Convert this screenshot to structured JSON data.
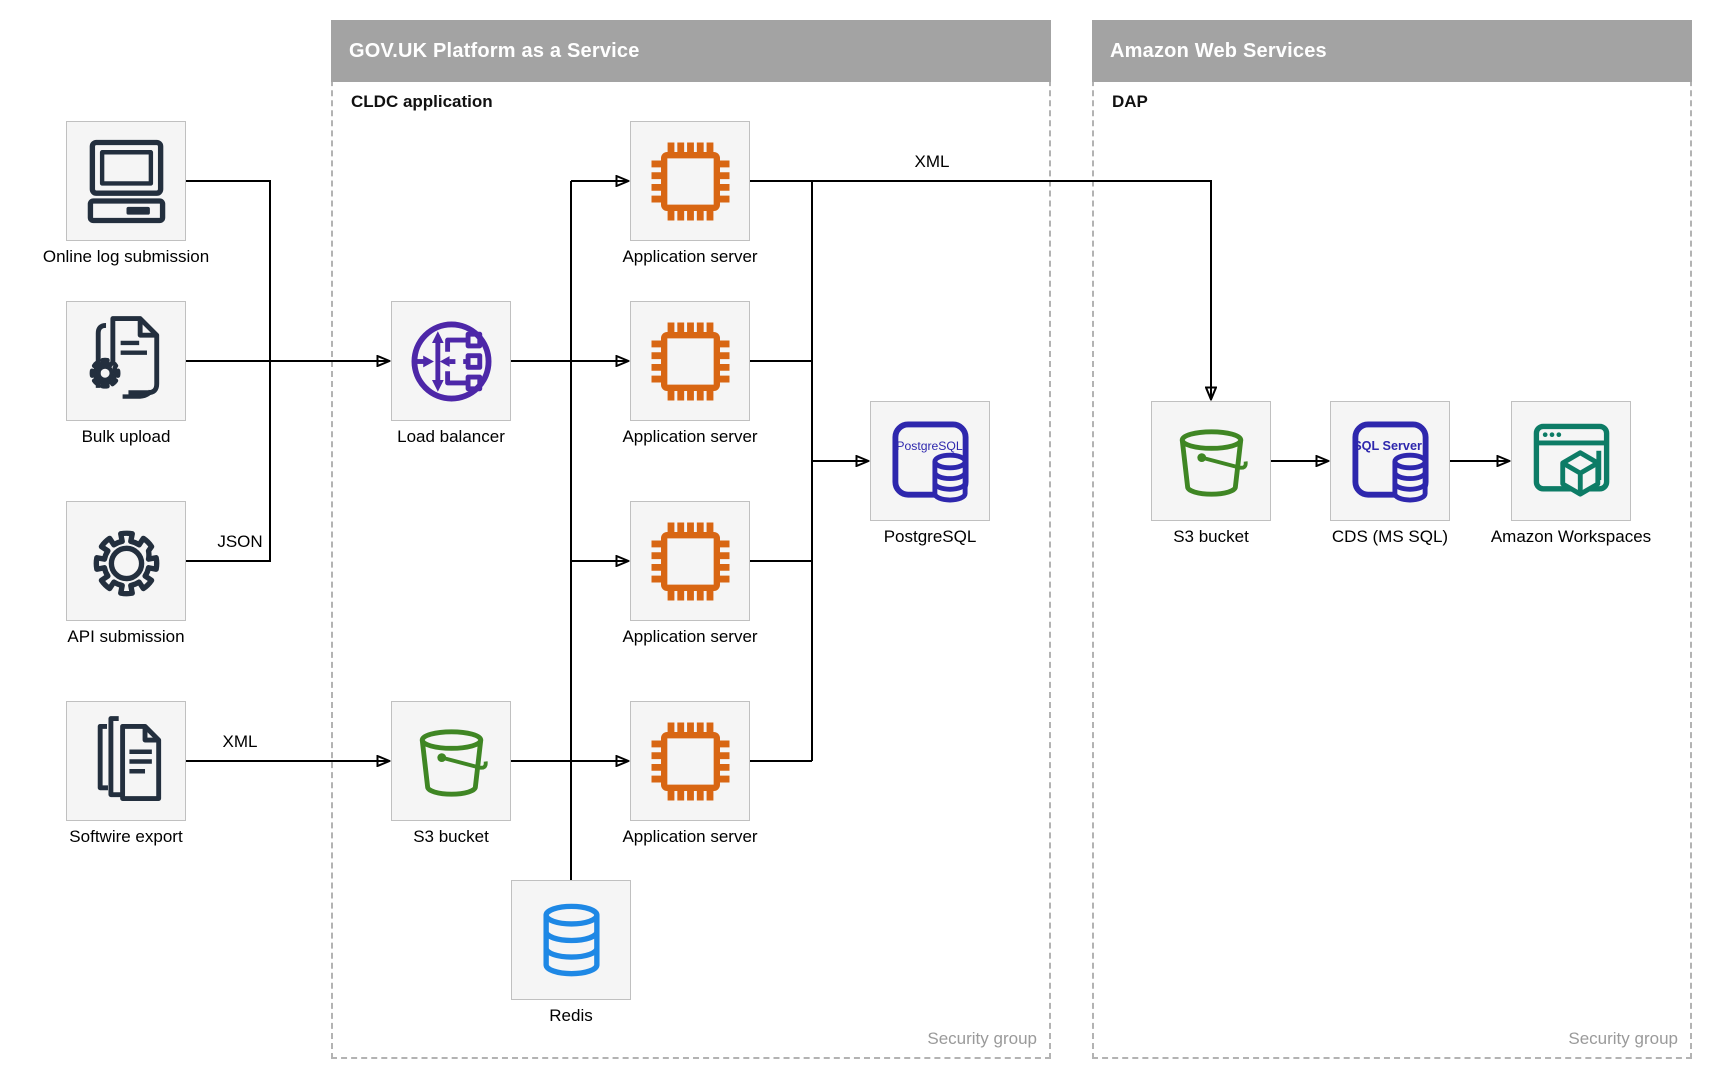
{
  "diagram": {
    "containers": [
      {
        "title": "GOV.UK Platform as a Service",
        "sublabel": "CLDC application",
        "footer": "Security group"
      },
      {
        "title": "Amazon Web Services",
        "sublabel": "DAP",
        "footer": "Security group"
      }
    ],
    "nodes": [
      {
        "id": "online-log-submission",
        "label": "Online log submission",
        "icon": "computer-icon"
      },
      {
        "id": "bulk-upload",
        "label": "Bulk upload",
        "icon": "document-gear-icon"
      },
      {
        "id": "api-submission",
        "label": "API submission",
        "icon": "gear-icon"
      },
      {
        "id": "softwire-export",
        "label": "Softwire export",
        "icon": "documents-stack-icon"
      },
      {
        "id": "load-balancer",
        "label": "Load balancer",
        "icon": "load-balancer-icon"
      },
      {
        "id": "app-server-1",
        "label": "Application server",
        "icon": "chip-icon"
      },
      {
        "id": "app-server-2",
        "label": "Application server",
        "icon": "chip-icon"
      },
      {
        "id": "app-server-3",
        "label": "Application server",
        "icon": "chip-icon"
      },
      {
        "id": "app-server-4",
        "label": "Application server",
        "icon": "chip-icon"
      },
      {
        "id": "postgresql",
        "label": "PostgreSQL",
        "icon": "postgresql-database-icon"
      },
      {
        "id": "s3-bucket-paas",
        "label": "S3 bucket",
        "icon": "s3-bucket-icon"
      },
      {
        "id": "redis",
        "label": "Redis",
        "icon": "database-cylinder-icon"
      },
      {
        "id": "s3-bucket-aws",
        "label": "S3 bucket",
        "icon": "s3-bucket-icon"
      },
      {
        "id": "cds-ms-sql",
        "label": "CDS (MS SQL)",
        "icon": "sql-server-database-icon"
      },
      {
        "id": "amazon-workspaces",
        "label": "Amazon Workspaces",
        "icon": "workspaces-icon"
      }
    ],
    "edge_labels": [
      {
        "id": "json-label",
        "text": "JSON"
      },
      {
        "id": "xml-softwire-label",
        "text": "XML"
      },
      {
        "id": "xml-app-label",
        "text": "XML"
      }
    ],
    "icon_text": {
      "postgresql": "PostgreSQL",
      "sql_server": "SQL Server"
    },
    "colors": {
      "header_bg": "#A3A3A3",
      "header_text": "#FFFFFF",
      "node_bg": "#F5F5F5",
      "node_border": "#C0C0C0",
      "container_dash": "#B3B3B3",
      "edge": "#000000",
      "dark_slate": "#232F3E",
      "purple": "#4D27A8",
      "orange": "#D86613",
      "blue": "#2E27AD",
      "green": "#3F8624",
      "azure": "#1E88E5",
      "teal": "#0D7C66",
      "muted_text": "#999999"
    }
  }
}
